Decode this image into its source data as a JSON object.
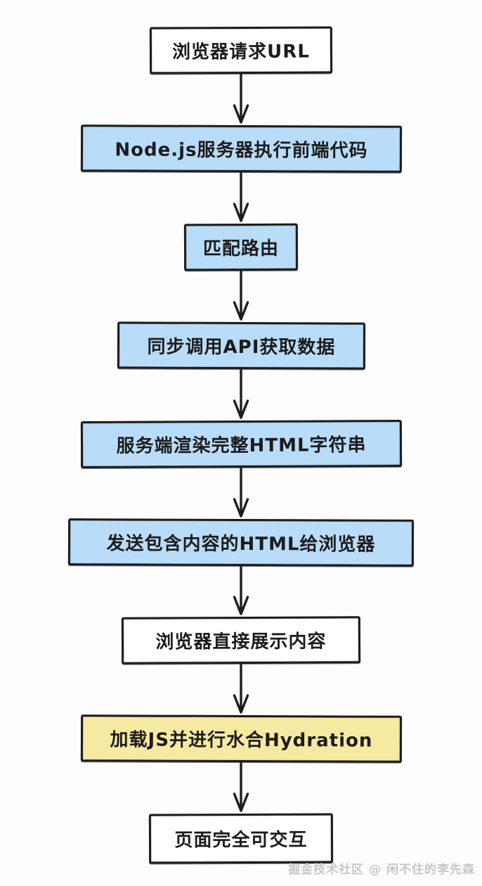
{
  "palette": {
    "white": "#ffffff",
    "blue": "#b9dcf8",
    "yellow": "#f6e9a1",
    "border": "#1d1d1d",
    "text": "#1c1c1c",
    "watermark_gray": "#c7c7c7"
  },
  "flow": {
    "nodes": [
      {
        "label": "浏览器请求URL",
        "fill": "white"
      },
      {
        "label": "Node.js服务器执行前端代码",
        "fill": "blue"
      },
      {
        "label": "匹配路由",
        "fill": "blue"
      },
      {
        "label": "同步调用API获取数据",
        "fill": "blue"
      },
      {
        "label": "服务端渲染完整HTML字符串",
        "fill": "blue"
      },
      {
        "label": "发送包含内容的HTML给浏览器",
        "fill": "blue"
      },
      {
        "label": "浏览器直接展示内容",
        "fill": "white"
      },
      {
        "label": "加载JS并进行水合Hydration",
        "fill": "yellow"
      },
      {
        "label": "页面完全可交互",
        "fill": "white"
      }
    ]
  },
  "watermark": "掘金技术社区 @ 闲不住的李先森"
}
